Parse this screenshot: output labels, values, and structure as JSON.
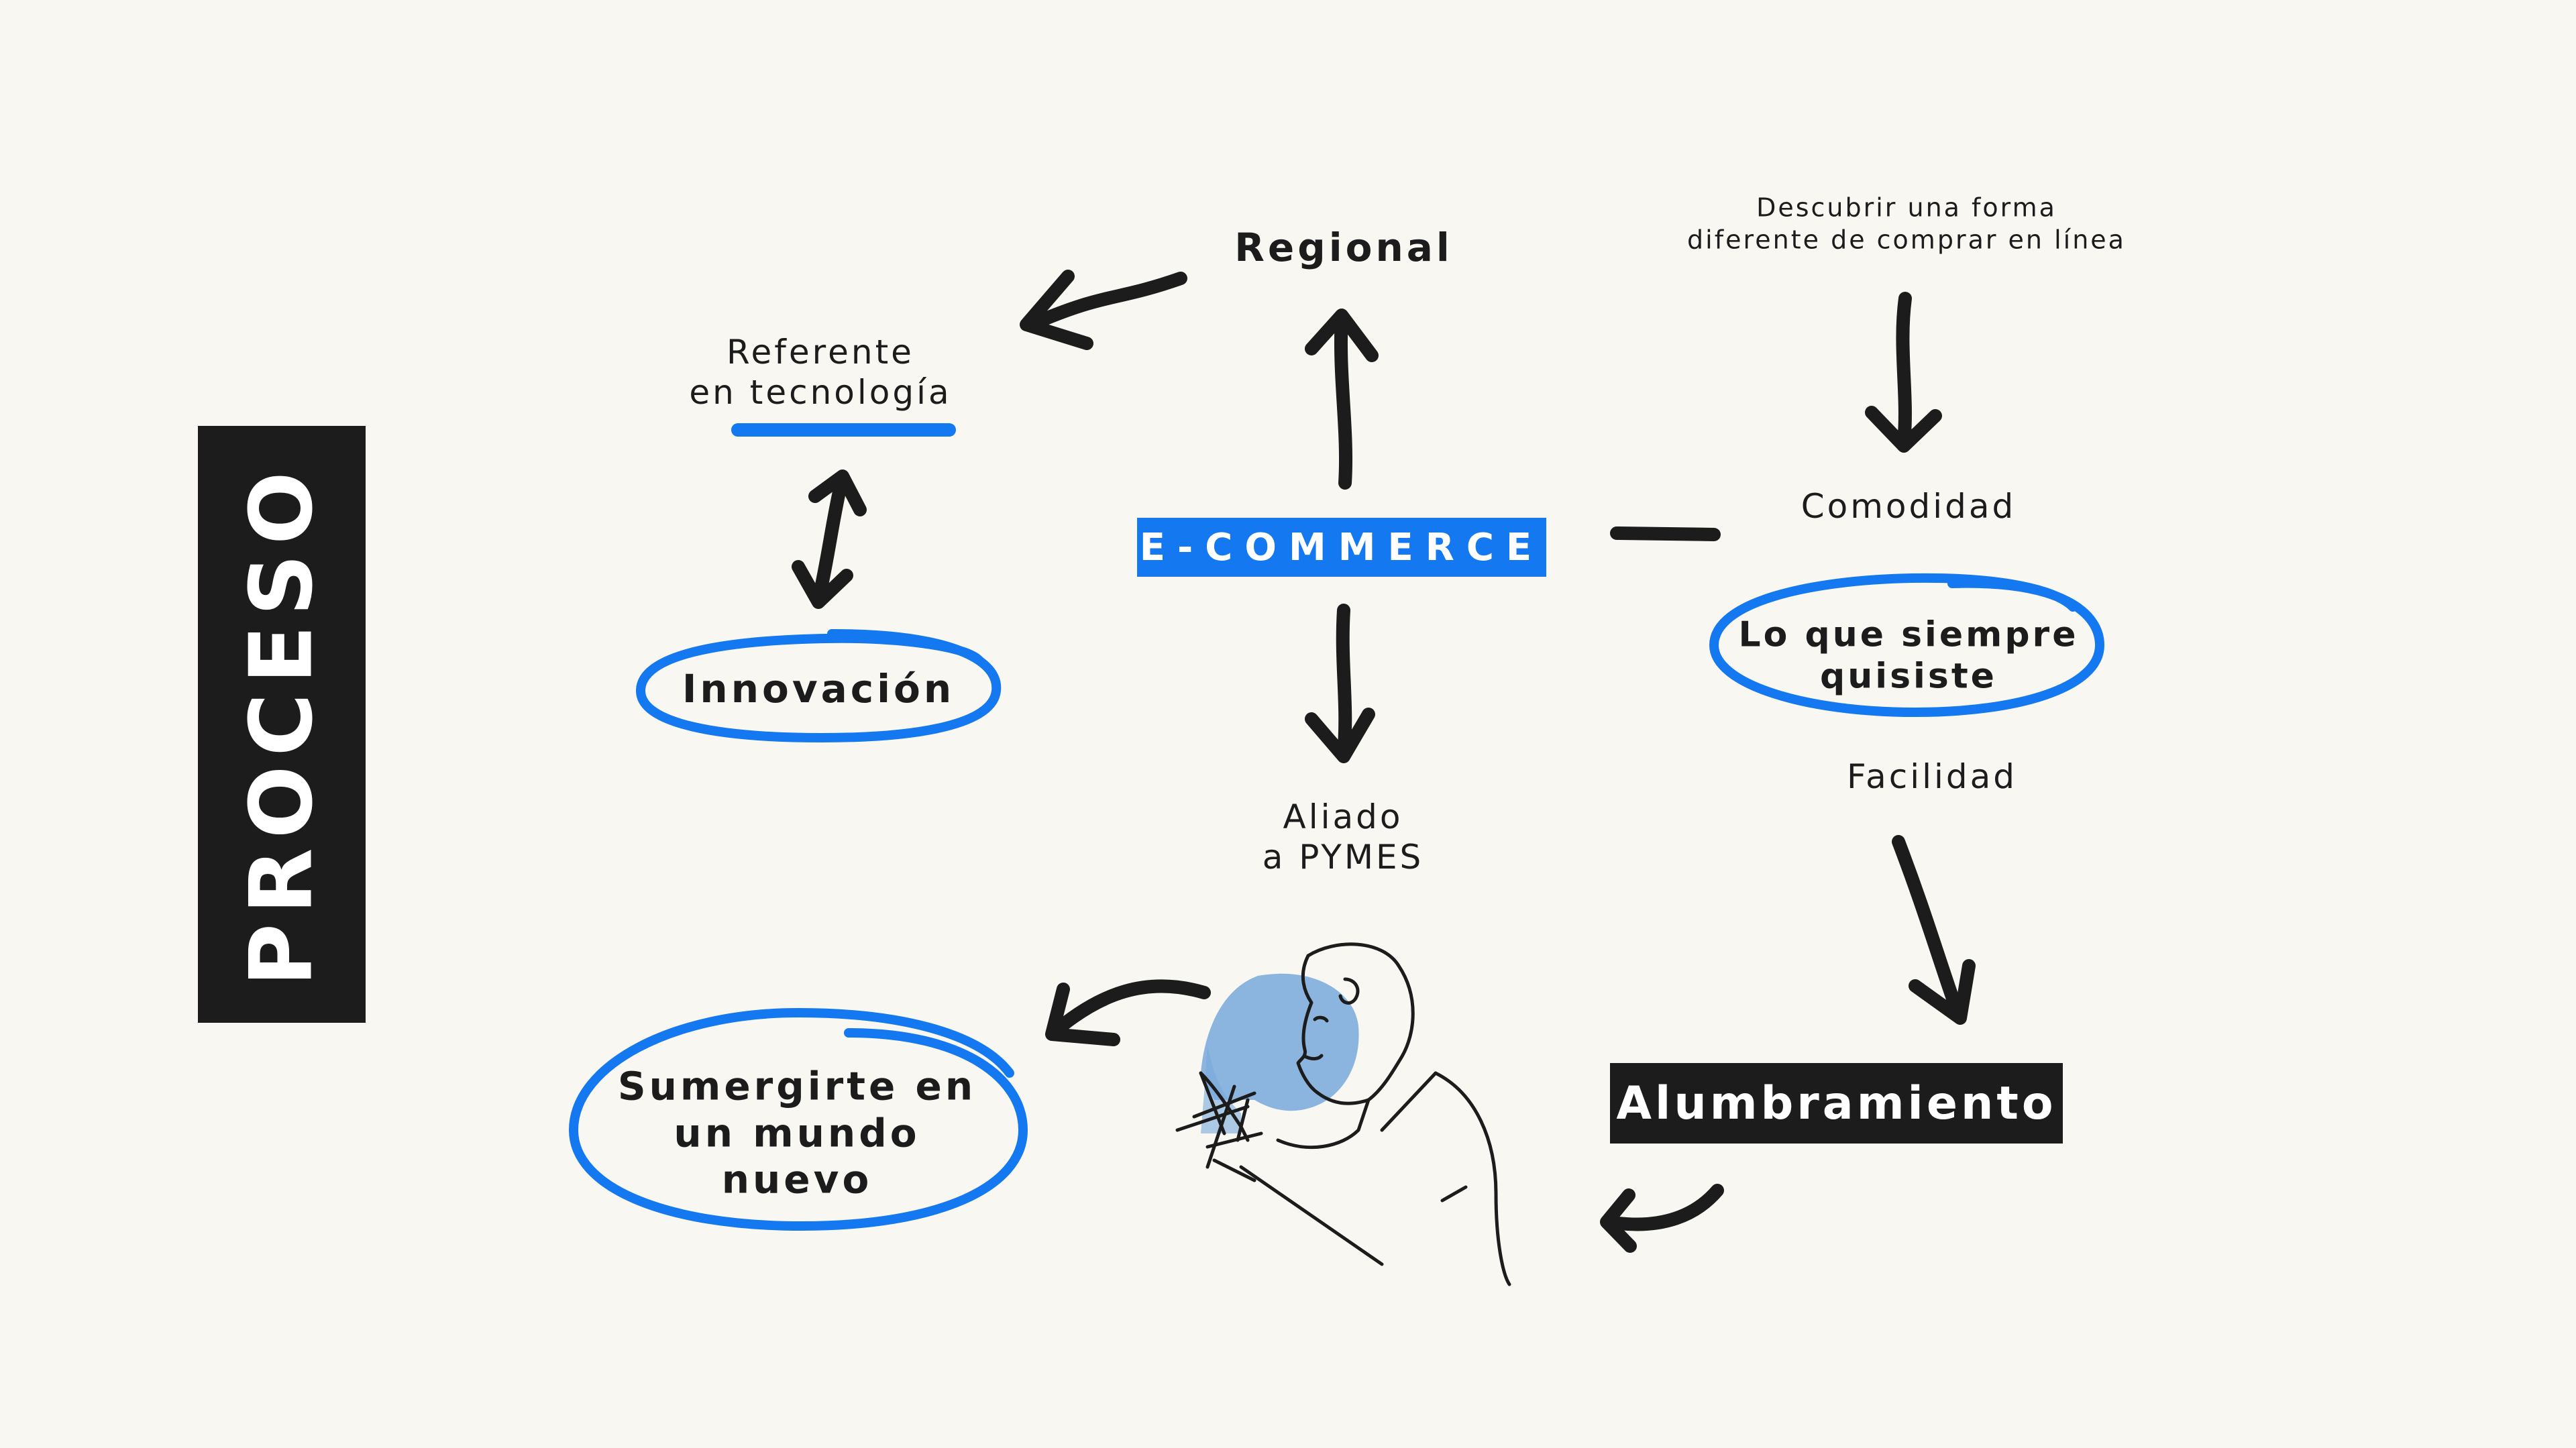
{
  "diagram": {
    "side_title": "PROCESO",
    "center": "E-COMMERCE",
    "nodes": {
      "regional": "Regional",
      "referente": "Referente\nen tecnología",
      "innovacion": "Innovación",
      "aliado": "Aliado\na PYMES",
      "descubrir": "Descubrir una forma\ndiferente de comprar en línea",
      "comodidad": "Comodidad",
      "lo_que": "Lo que siempre\nquisiste",
      "facilidad": "Facilidad",
      "alumbramiento": "Alumbramiento",
      "sumergirte": "Sumergirte en\nun mundo\nnuevo"
    }
  },
  "colors": {
    "background": "#f8f7f2",
    "accent_blue": "#1479f0",
    "ink": "#1c1c1c",
    "illustration_blue": "#78a9dc"
  }
}
